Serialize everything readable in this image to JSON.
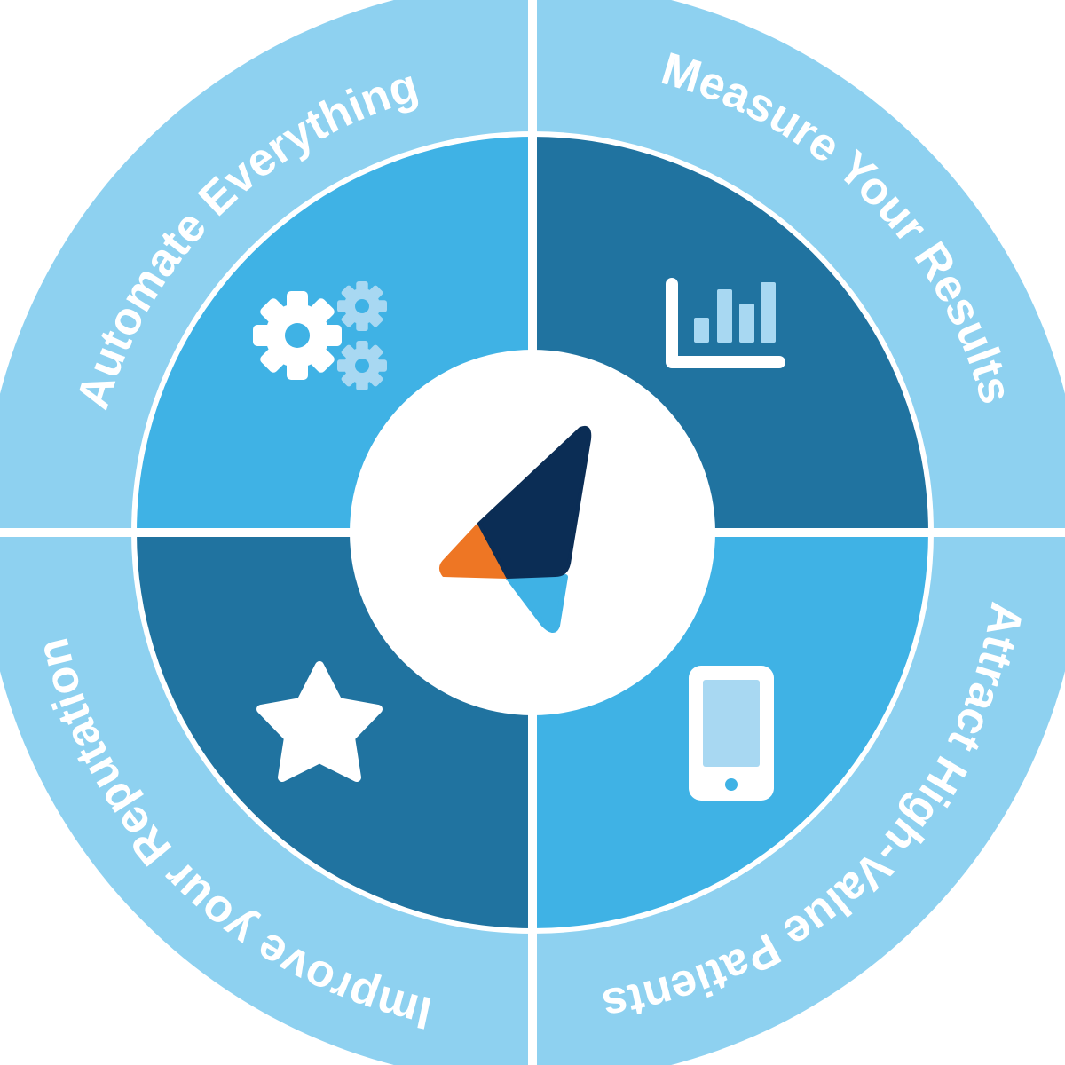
{
  "colors": {
    "outer_ring": "#8ed1f0",
    "quadrant_light": "#3fb2e5",
    "quadrant_dark": "#2073a0",
    "divider": "#ffffff",
    "center": "#ffffff",
    "icon_white": "#ffffff",
    "icon_faded": "#a8d8f2",
    "logo_navy": "#0b2d55",
    "logo_orange": "#ee7624",
    "logo_light_blue": "#3fb2e5"
  },
  "segments": {
    "top_left": {
      "label": "Automate Everything",
      "icon": "gears-icon"
    },
    "top_right": {
      "label": "Measure Your Results",
      "icon": "bar-chart-icon"
    },
    "bottom_right": {
      "label": "Attract High-Value Patients",
      "icon": "smartphone-icon"
    },
    "bottom_left": {
      "label": "Improve your Reputation",
      "icon": "star-icon"
    }
  },
  "center": {
    "icon": "compass-logo-icon"
  }
}
